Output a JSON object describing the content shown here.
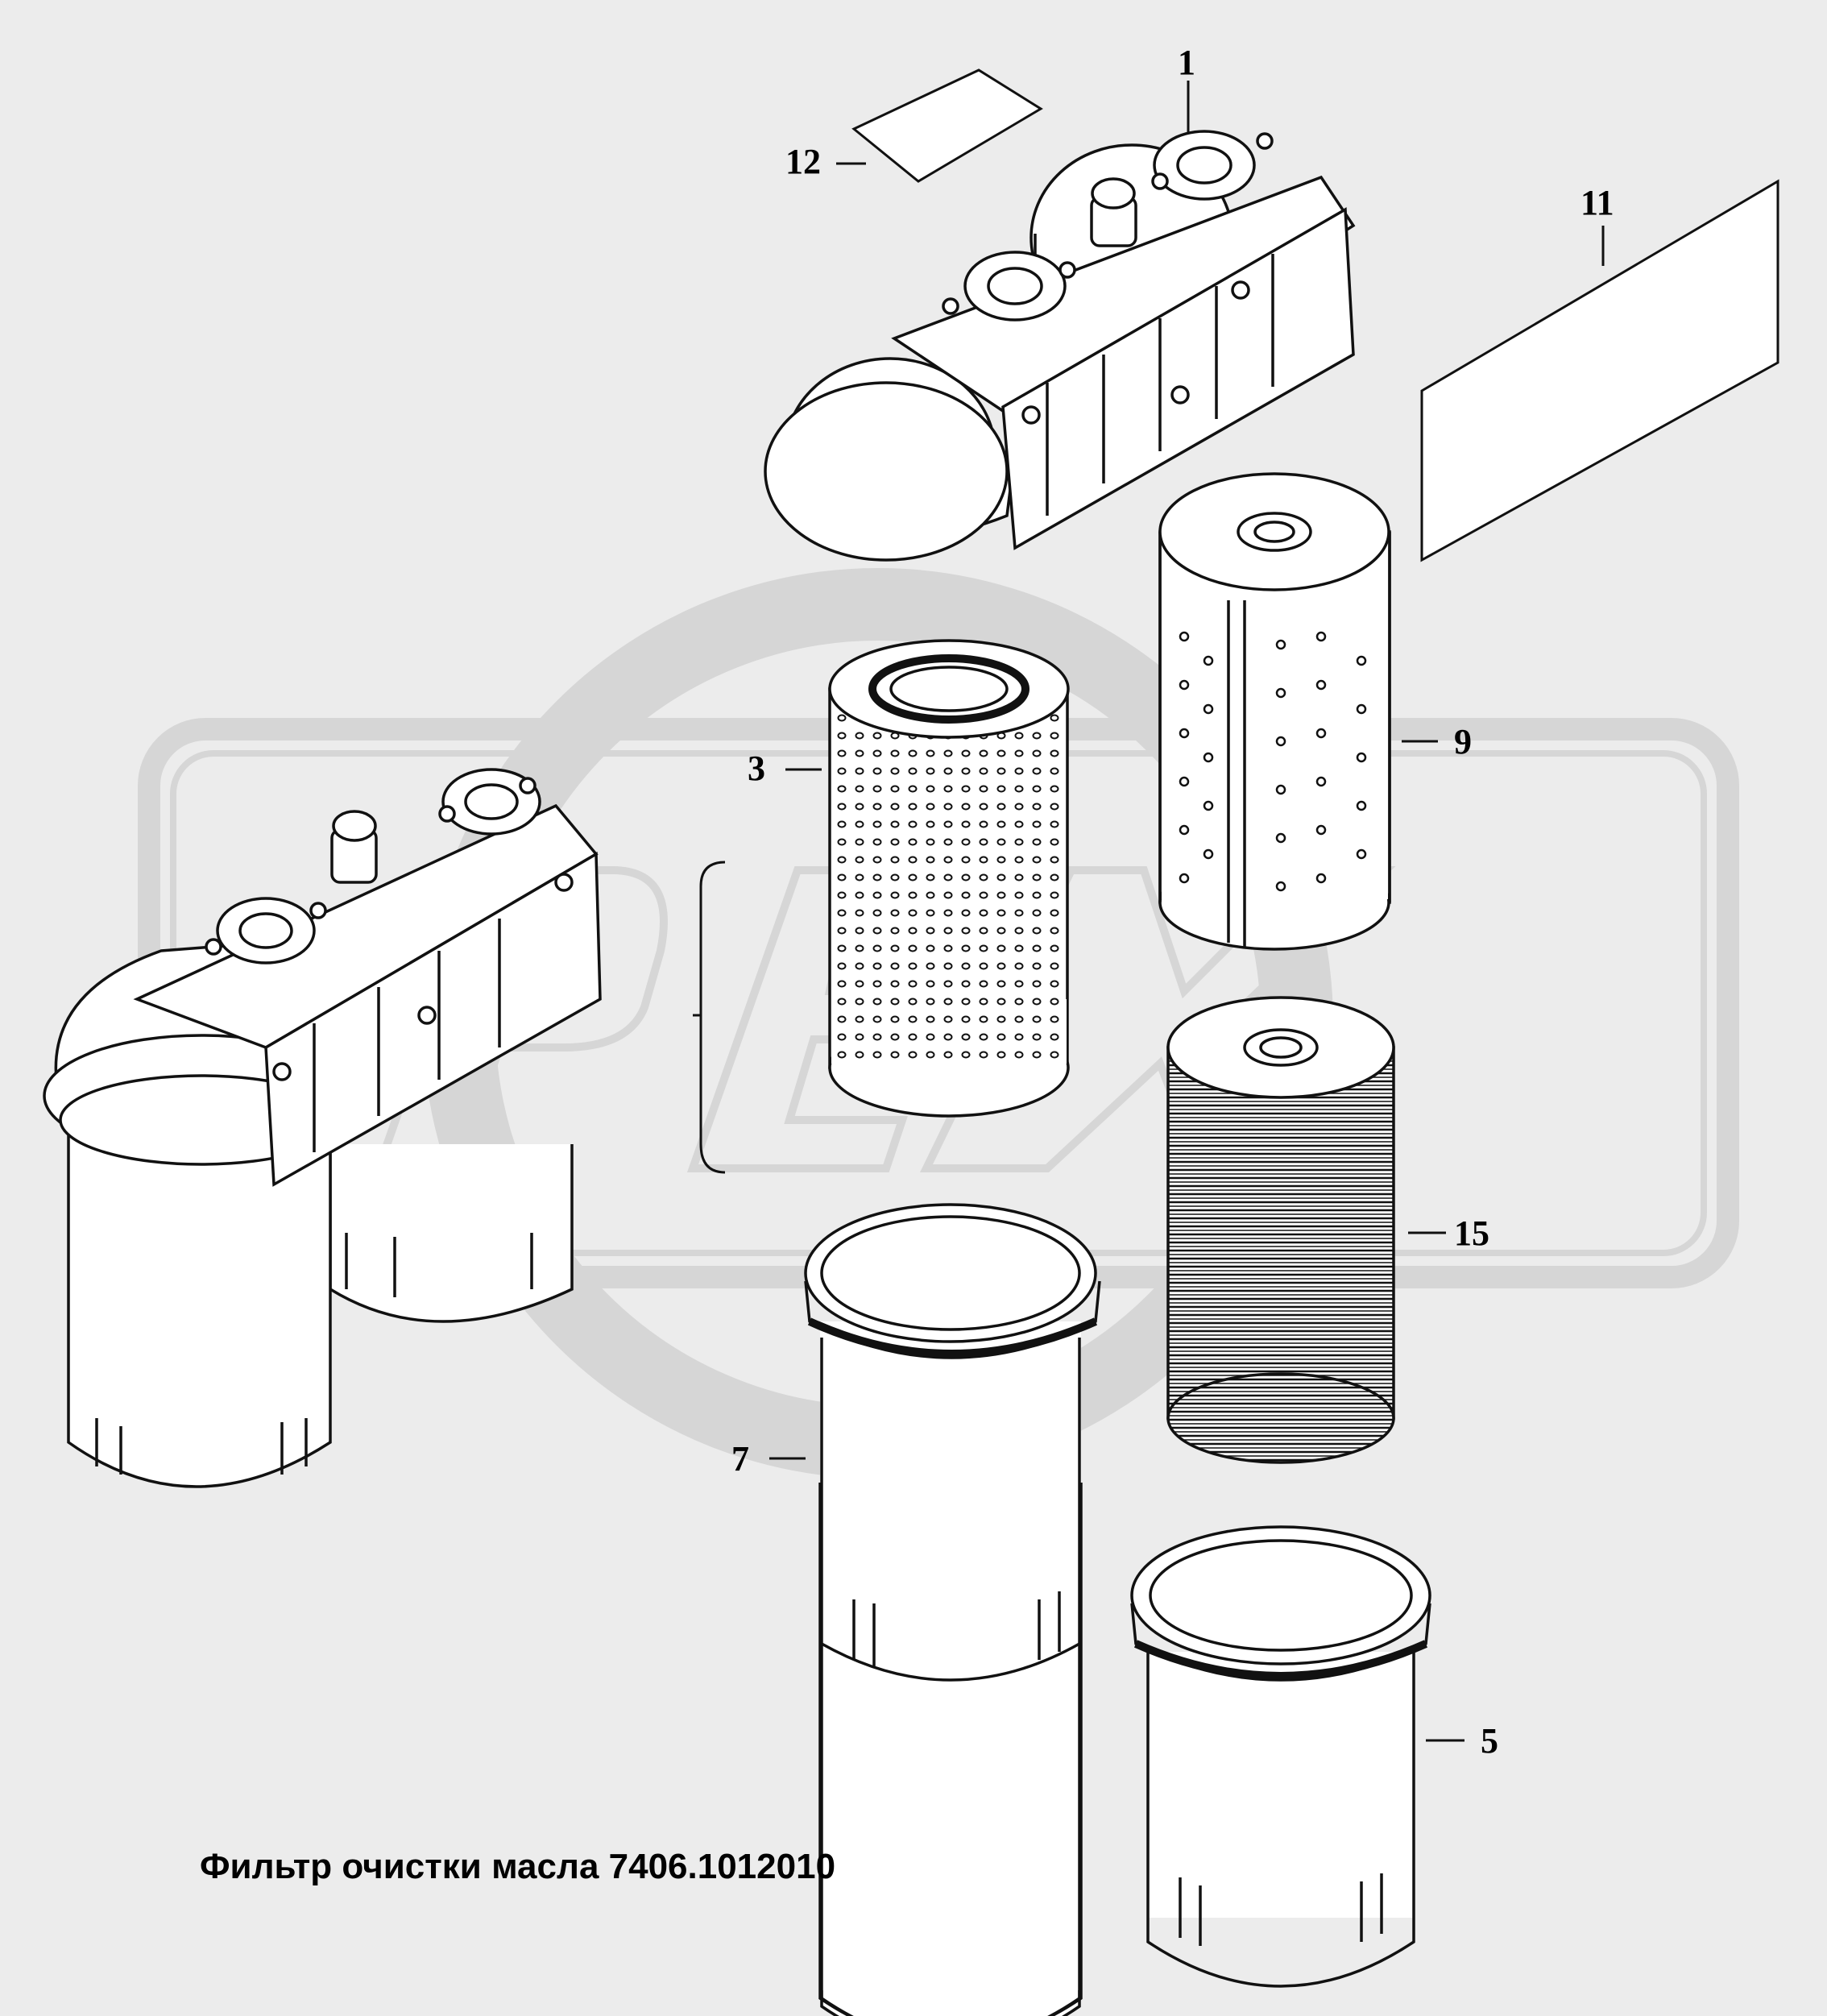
{
  "caption": "Фильтр очистки масла 7406.1012010",
  "watermark": "OPEX",
  "callouts": {
    "c1": "1",
    "c3": "3",
    "c5": "5",
    "c7": "7",
    "c9": "9",
    "c11": "11",
    "c12": "12",
    "c15": "15"
  },
  "colors": {
    "background": "#ececec",
    "line": "#111111",
    "part_fill": "#ffffff",
    "watermark": "#d2d2d2"
  }
}
